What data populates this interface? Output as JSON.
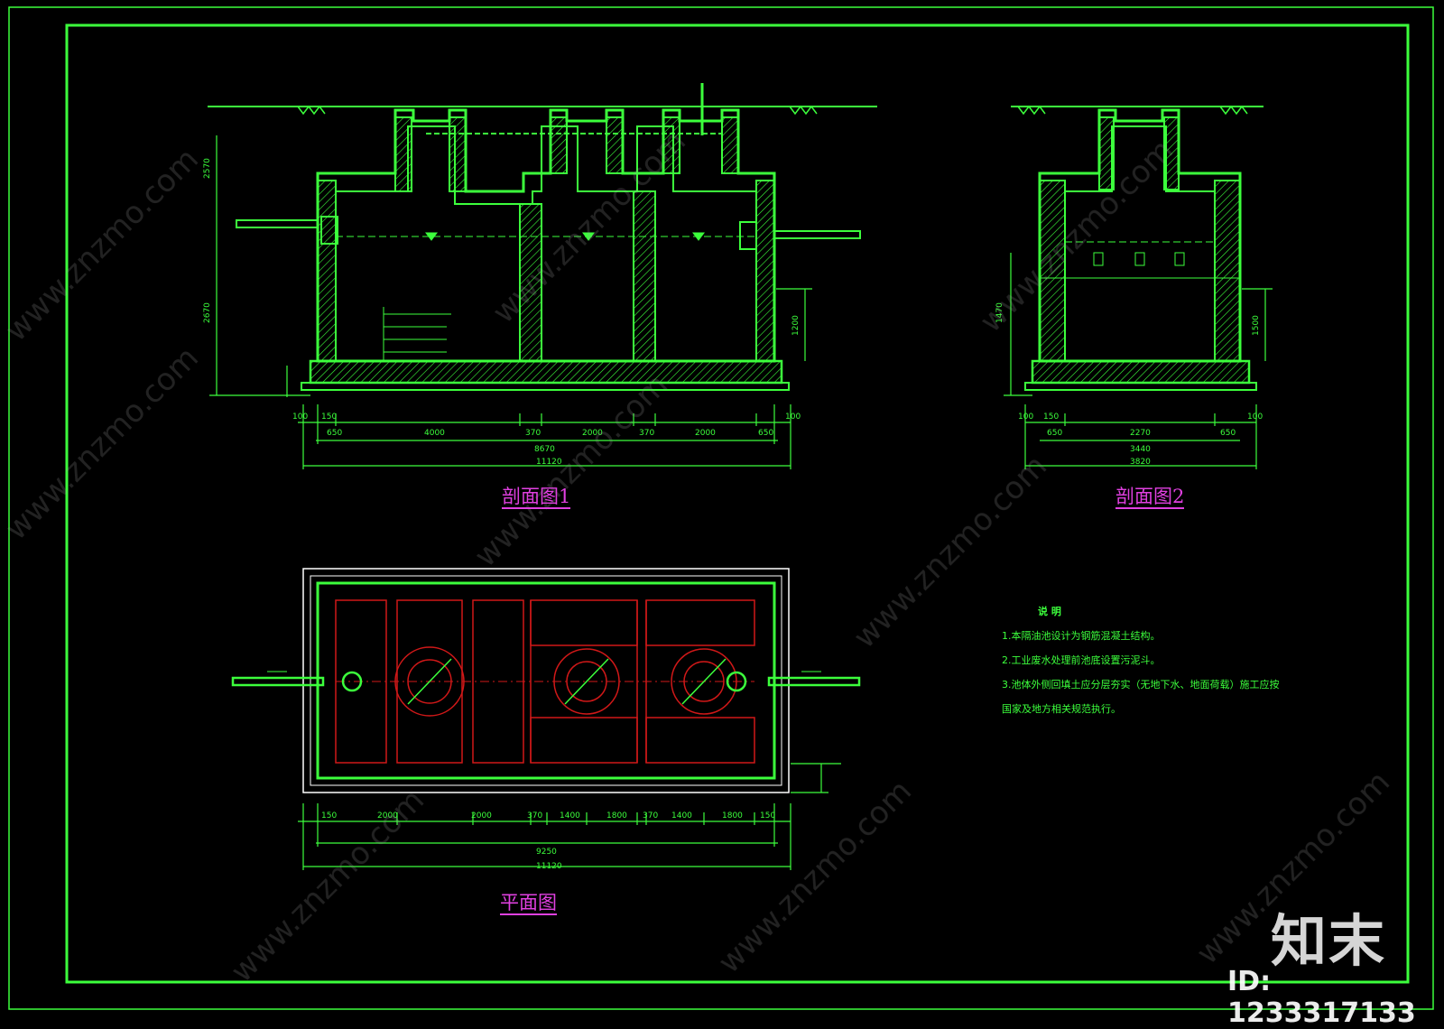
{
  "titles": {
    "section1": "剖面图1",
    "section2": "剖面图2",
    "plan": "平面图"
  },
  "notes": {
    "header": "说 明",
    "items": [
      "1.本隔油池设计为钢筋混凝土结构。",
      "2.工业废水处理前池底设置污泥斗。",
      "3.池体外侧回填土应分层夯实（无地下水、地面荷载）施工应按",
      "国家及地方相关规范执行。"
    ]
  },
  "dims": {
    "s1_bottom_row": [
      "100",
      "150",
      "650",
      "4000",
      "370",
      "2000",
      "370",
      "2000",
      "650",
      "100"
    ],
    "s1_total_inner": "8670",
    "s1_total": "11120",
    "s1_left_vertical": [
      "2570",
      "2670"
    ],
    "s1_right_vertical": "1200",
    "s2_bottom_row": [
      "100",
      "150",
      "650",
      "2270",
      "650",
      "100"
    ],
    "s2_mid": "3440",
    "s2_total": "3820",
    "s2_vertical": [
      "1470",
      "1500"
    ],
    "plan_bottom_row": [
      "150",
      "2000",
      "2000",
      "370",
      "1400",
      "1800",
      "370",
      "1400",
      "1800",
      "150"
    ],
    "plan_total_inner": "9250",
    "plan_total": "11120"
  },
  "colors": {
    "line": "#3cff3c",
    "red": "#d01818",
    "title": "#e040e0",
    "background": "#000000"
  },
  "brand": {
    "logo": "知末",
    "id": "ID: 1233317133",
    "watermark": "www.znzmo.com"
  }
}
